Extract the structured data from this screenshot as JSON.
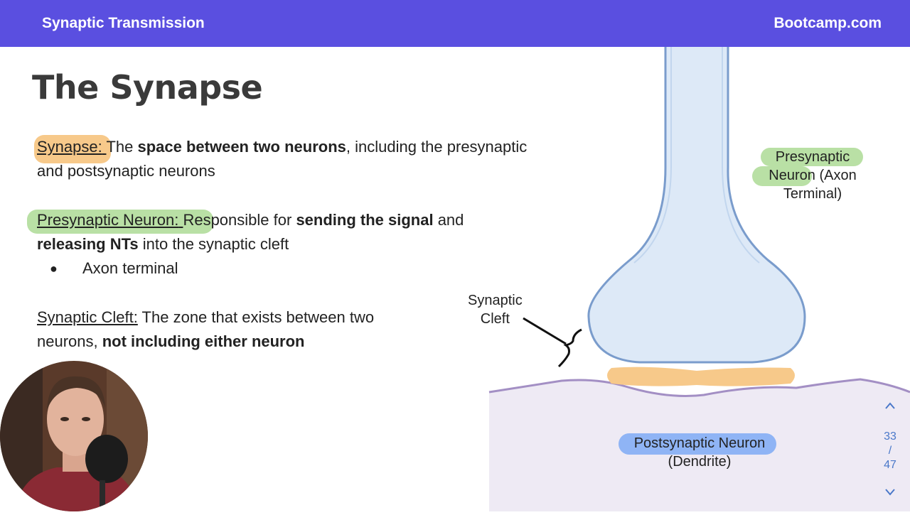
{
  "header": {
    "course_title": "Synaptic Transmission",
    "brand": "Bootcamp.com"
  },
  "slide": {
    "title": "The Synapse",
    "synapse_def": {
      "term": "Synapse:",
      "text1": " The ",
      "bold1": "space between two neurons",
      "text2": ", including the presynaptic and postsynaptic neurons"
    },
    "presynaptic_def": {
      "term": "Presynaptic Neuron:",
      "text1": " Responsible for ",
      "bold1": "sending the signal",
      "text2": " and ",
      "bold2": "releasing NTs",
      "text3": " into the synaptic cleft",
      "bullet": "Axon terminal"
    },
    "cleft_def": {
      "term": "Synaptic Cleft:",
      "text1": " The zone that exists between two neurons, ",
      "bold1": "not including either neuron"
    }
  },
  "diagram": {
    "label_cleft_line1": "Synaptic",
    "label_cleft_line2": "Cleft",
    "label_pre_line1": "Presynaptic",
    "label_pre_line2a": "Neuron",
    "label_pre_line2b": " (Axon",
    "label_pre_line3": "Terminal)",
    "label_post_line1": "Postsynaptic Neuron",
    "label_post_line2": "(Dendrite)"
  },
  "pager": {
    "current": "33",
    "separator": "/",
    "total": "47",
    "up_icon": "chevron-up-icon",
    "down_icon": "chevron-down-icon"
  },
  "colors": {
    "header_bg": "#5a4fe0",
    "highlight_orange": "#f7c98a",
    "highlight_green": "#b9e0a5",
    "highlight_blue": "#8fb4f5",
    "axon_fill": "#dde9f7",
    "axon_stroke": "#7a9ccc",
    "dendrite_fill": "#eeeaf4",
    "dendrite_stroke": "#a38fc4"
  }
}
